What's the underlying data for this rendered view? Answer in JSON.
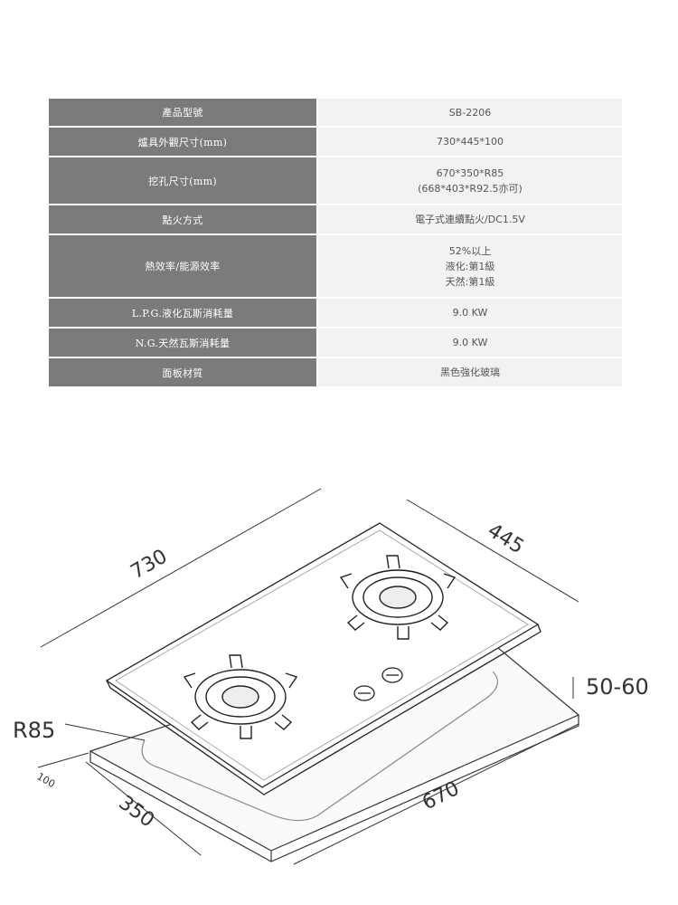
{
  "spec_table": {
    "rows": [
      {
        "label": "產品型號",
        "lines": [
          "SB-2206"
        ]
      },
      {
        "label": "爐具外觀尺寸(mm)",
        "lines": [
          "730*445*100"
        ]
      },
      {
        "label": "挖孔尺寸(mm)",
        "lines": [
          "670*350*R85",
          "(668*403*R92.5亦可)"
        ]
      },
      {
        "label": "點火方式",
        "lines": [
          "電子式連續點火/DC1.5V"
        ]
      },
      {
        "label": "熱效率/能源效率",
        "lines": [
          "52%以上",
          "液化:第1級",
          "天然:第1級"
        ]
      },
      {
        "label": "L.P.G.液化瓦斯消耗量",
        "lines": [
          "9.0 KW"
        ]
      },
      {
        "label": "N.G.天然瓦斯消耗量",
        "lines": [
          "9.0 KW"
        ]
      },
      {
        "label": "面板材質",
        "lines": [
          "黑色強化玻璃"
        ]
      }
    ]
  },
  "diagram": {
    "dim_length": "730",
    "dim_depth": "445",
    "dim_height": "50-60",
    "dim_radius": "R85",
    "dim_cutout_width": "670",
    "dim_cutout_depth": "350",
    "dim_offset": "100"
  }
}
